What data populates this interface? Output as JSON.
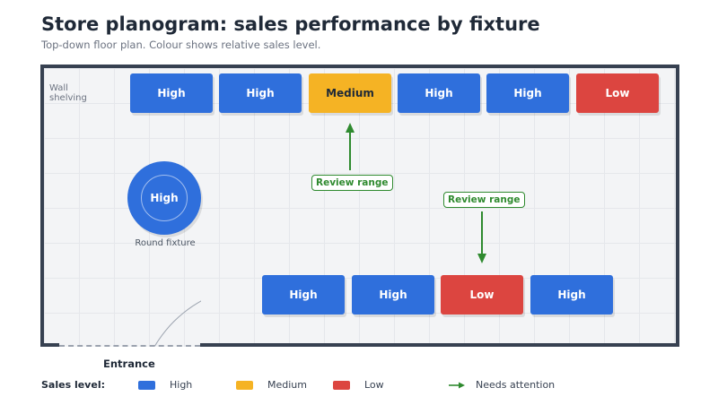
{
  "title": "Store planogram: sales performance by fixture",
  "subtitle": "Top-down floor plan. Colour shows relative sales level.",
  "wall_label": "Wall shelving",
  "colors": {
    "high": "#2f6fdc",
    "medium": "#f5b324",
    "low": "#dc4540",
    "attention": "#2f8a2f"
  },
  "top_row": [
    {
      "label": "High",
      "level": "high"
    },
    {
      "label": "High",
      "level": "high"
    },
    {
      "label": "Medium",
      "level": "medium"
    },
    {
      "label": "High",
      "level": "high"
    },
    {
      "label": "High",
      "level": "high"
    },
    {
      "label": "Low",
      "level": "low"
    }
  ],
  "bottom_row": [
    {
      "label": "High",
      "level": "high"
    },
    {
      "label": "High",
      "level": "high"
    },
    {
      "label": "Low",
      "level": "low"
    },
    {
      "label": "High",
      "level": "high"
    }
  ],
  "round_fixture": {
    "label": "High",
    "level": "high",
    "caption": "Round fixture"
  },
  "callouts": [
    "Review range",
    "Review range"
  ],
  "entrance_label": "Entrance",
  "legend": {
    "title": "Sales level:",
    "high": "High",
    "medium": "Medium",
    "low": "Low",
    "attention": "Needs attention"
  }
}
